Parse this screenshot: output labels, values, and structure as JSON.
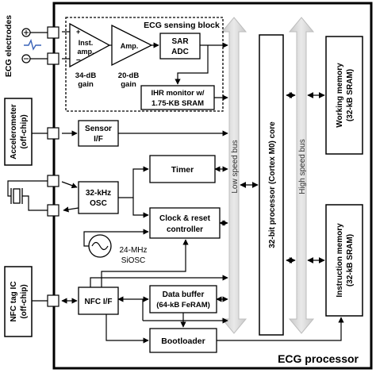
{
  "processor_label": "ECG processor",
  "ecg_electrodes_label": "ECG electrodes",
  "accelerometer": {
    "line1": "Accelerometer",
    "line2": "(off-chip)"
  },
  "nfc_tag": {
    "line1": "NFC tag IC",
    "line2": "(off-chip)"
  },
  "ecg_block": {
    "title": "ECG sensing block",
    "inst_amp": {
      "line1": "Inst.",
      "line2": "amp."
    },
    "inst_gain": {
      "line1": "34-dB",
      "line2": "gain"
    },
    "amp": "Amp.",
    "amp_gain": {
      "line1": "20-dB",
      "line2": "gain"
    },
    "adc": {
      "line1": "SAR",
      "line2": "ADC"
    },
    "ihr": {
      "line1": "IHR monitor w/",
      "line2": "1.75-KB SRAM"
    }
  },
  "sensor_if": {
    "line1": "Sensor",
    "line2": "I/F"
  },
  "osc": {
    "line1": "32-kHz",
    "line2": "OSC"
  },
  "timer": "Timer",
  "clock_reset": {
    "line1": "Clock & reset",
    "line2": "controller"
  },
  "sioscs": {
    "line1": "24-MHz",
    "line2": "SiOSC"
  },
  "nfc_if": "NFC I/F",
  "data_buffer": {
    "line1": "Data buffer",
    "line2": "(64-kB FeRAM)"
  },
  "bootloader": "Bootloader",
  "low_speed_bus": "Low speed bus",
  "high_speed_bus": "High speed bus",
  "cpu": "32-bit processor (Cortex M0) core",
  "working_memory": {
    "line1": "Working memory",
    "line2": "(32-kB SRAM)"
  },
  "instruction_memory": {
    "line1": "Instruction memory",
    "line2": "(32-kB SRAM)"
  }
}
